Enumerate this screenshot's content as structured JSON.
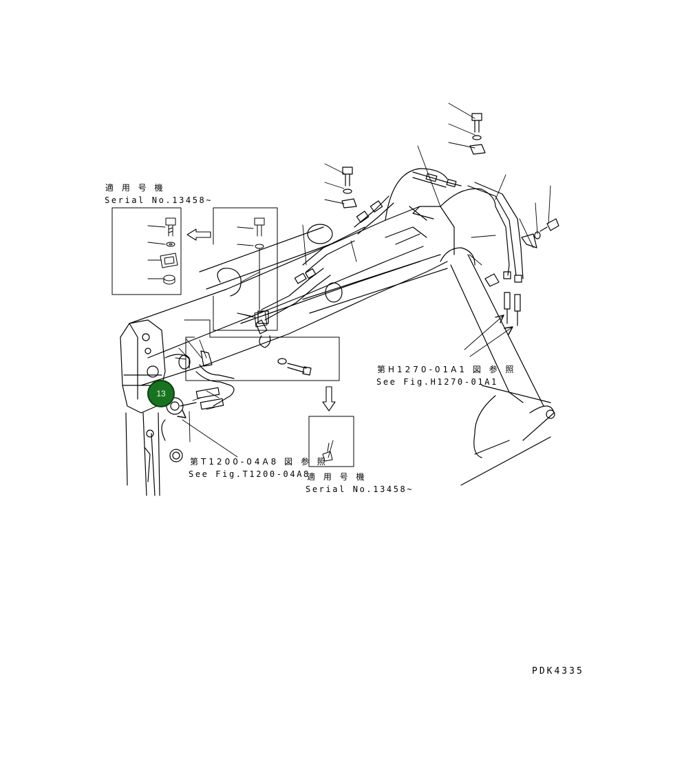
{
  "callout_top_left": {
    "applicable_label": "適 用 号 機",
    "serial_label": "Serial No.13458~"
  },
  "callout_bottom": {
    "applicable_label": "適 用 号 機",
    "serial_label": "Serial No.13458~"
  },
  "ref_h1270": {
    "jp": "第H1270-01A1 図 参 照",
    "en": "See Fig.H1270-01A1"
  },
  "ref_t1200": {
    "jp": "第T1200-04A8 図 参 照",
    "en": "See Fig.T1200-04A8"
  },
  "marker": {
    "number": "13",
    "color": "#17731f"
  },
  "drawing_code": "PDK4335"
}
